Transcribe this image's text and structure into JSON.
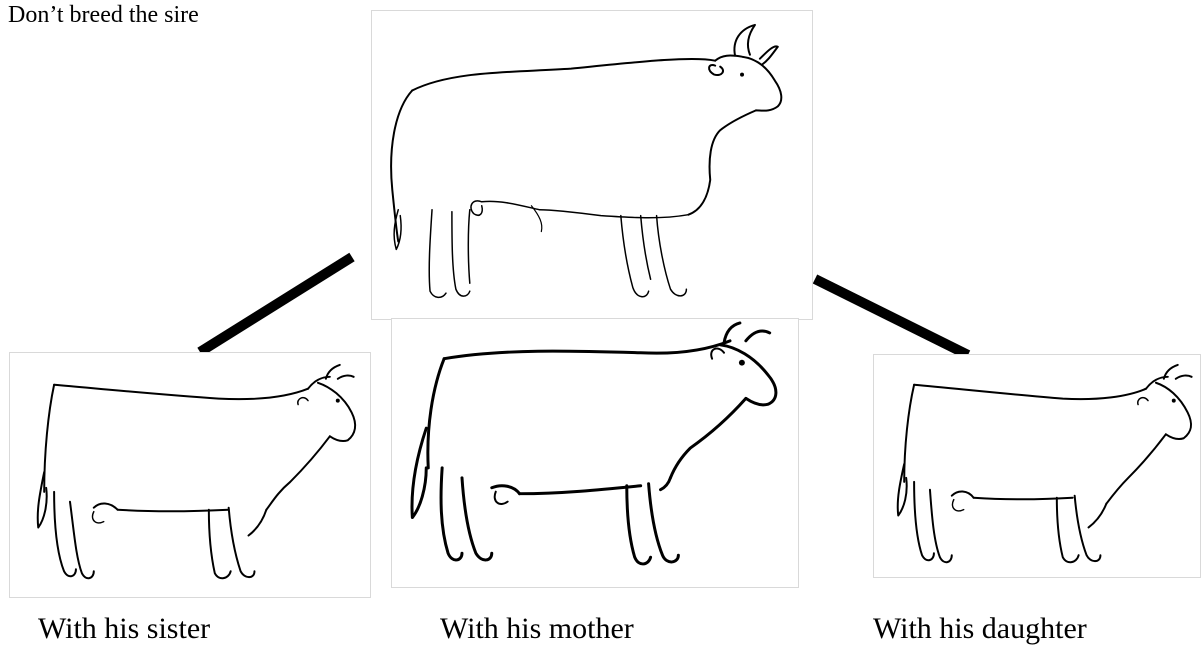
{
  "title": "Don’t breed the sire",
  "captions": {
    "sister": "With his sister",
    "mother": "With his mother",
    "daughter": "With his daughter"
  },
  "figures": {
    "sire": "bull-drawing",
    "sister": "cow-drawing",
    "mother": "cow-drawing",
    "daughter": "cow-drawing"
  },
  "colors": {
    "line": "#000000",
    "background": "#ffffff"
  }
}
